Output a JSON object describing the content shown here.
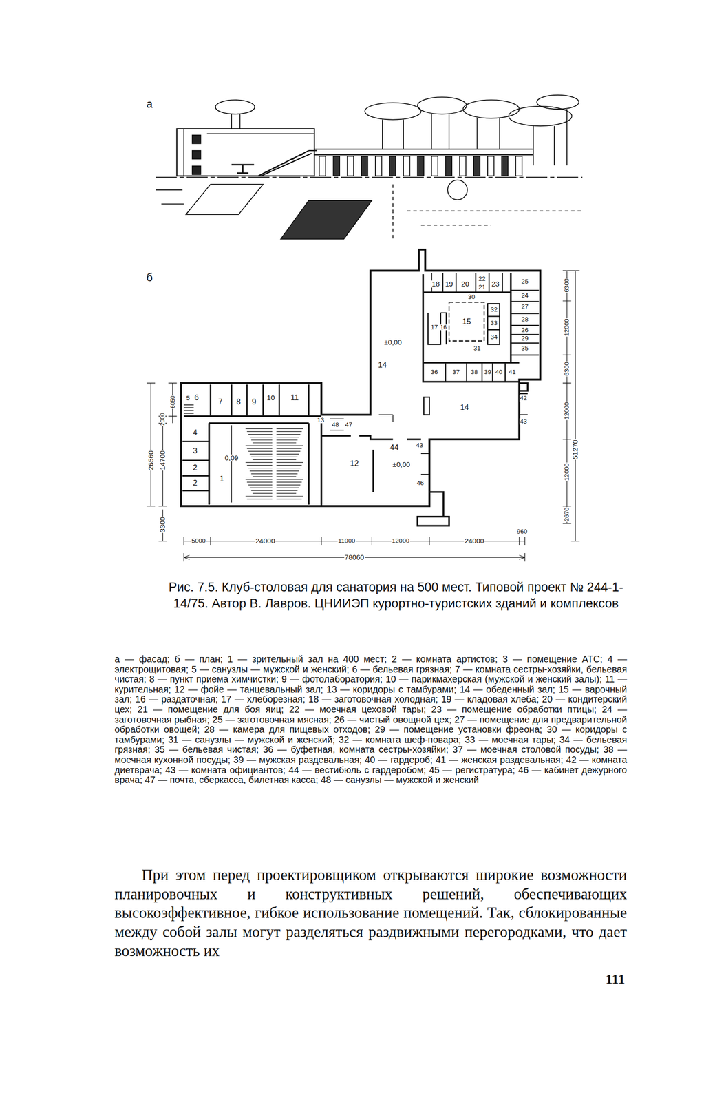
{
  "diagram": {
    "caption": "Рис. 7.5. Клуб-столовая для санатория на 500 мест. Типовой проект № 244-1-14/75. Автор В. Лавров. ЦНИИЭП курортно-туристских зданий и комплексов",
    "labels": [
      "а",
      "б",
      "6",
      "7",
      "8",
      "9",
      "10",
      "11",
      "5",
      "13",
      "4",
      "3",
      "2",
      "2",
      "0,09",
      "1",
      "48",
      "47",
      "12",
      "44",
      "±0,00",
      "43",
      "46",
      "±0,00",
      "14",
      "14",
      "18",
      "19",
      "20",
      "22",
      "21",
      "23",
      "30",
      "25",
      "24",
      "27",
      "28",
      "26",
      "29",
      "35",
      "32",
      "33",
      "34",
      "31",
      "17",
      "16",
      "15",
      "36",
      "37",
      "38",
      "39",
      "40",
      "41",
      "42",
      "43",
      "26560",
      "14700",
      "2000",
      "6050",
      "3300",
      "6300",
      "12000",
      "6300",
      "12000",
      "51270",
      "12000",
      "2670",
      "5000",
      "24000",
      "11000",
      "12000",
      "24000",
      "960",
      "78060",
      "а — фасад; б — план; 1 — зрительный зал на 400 мест; 2 — комната артистов; 3 — помещение АТС; 4 — электрощитовая; 5 — санузлы — мужской и женский; 6 — бельевая грязная; 7 — комната сестры-хозяйки, бельевая чистая; 8 — пункт приема химчистки; 9 — фотолаборатория; 10 — парикмахерская (мужской и женский залы); 11 — курительная; 12 — фойе — танцевальный зал; 13 — коридоры с тамбурами; 14 — обеденный зал; 15 — варочный зал; 16 — раздаточная; 17 — хлеборезная; 18 — заготовочная холодная; 19 — кладовая хлеба; 20 — кондитерский цех; 21 — помещение для боя яиц; 22 — моечная цеховой тары; 23 — помещение обработки птицы; 24 — заготовочная рыбная; 25 — заготовочная мясная; 26 — чистый овощной цех; 27 — помещение для предварительной обработки овощей; 28 — камера для пищевых отходов; 29 — помещение установки фреона; 30 — коридоры с тамбурами; 31 — санузлы — мужской и женский; 32 — комната шеф-повара; 33 — моечная тары; 34 — бельевая грязная; 35 — бельевая чистая; 36 — буфетная, комната сестры-хозяйки; 37 — моечная столовой посуды; 38 — моечная кухонной посуды; 39 — мужская раздевальная; 40 — гардероб; 41 — женская раздевальная; 42 — комната диетврача; 43 — комната официантов; 44 — вестибюль с гардеробом; 45 — регистратура; 46 — кабинет дежурного врача; 47 — почта, сберкасса, билетная касса; 48 — санузлы — мужской и женский",
      "При этом перед проектировщиком открываются широкие возможности планировочных и конструктивных решений, обеспечивающих высокоэффективное, гибкое использование помещений. Так, сблокированные между собой залы могут разделяться раздвижными перегородками, что дает возможность их",
      "111"
    ]
  }
}
